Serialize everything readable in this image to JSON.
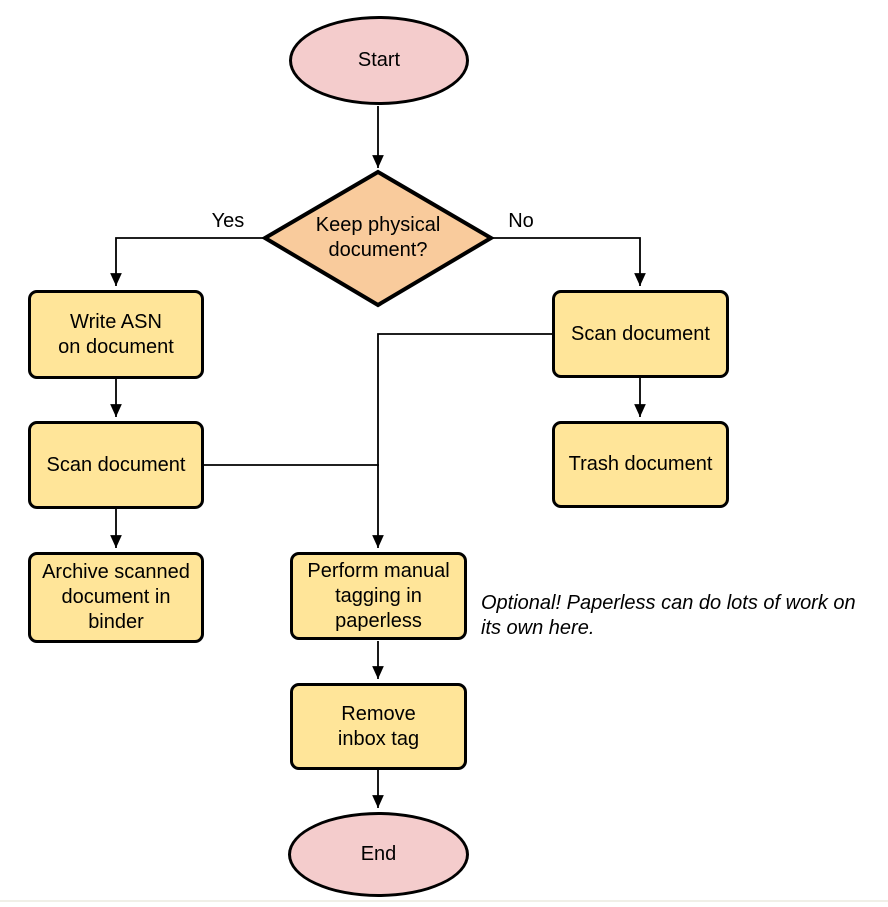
{
  "diagram": {
    "type": "flowchart",
    "background": "#ffffff"
  },
  "colors": {
    "stroke": "#000000",
    "terminal_fill": "#f4cccc",
    "decision_fill": "#f9cb9c",
    "process_fill": "#ffe599",
    "bottom_rule": "#f0efe7"
  },
  "nodes": {
    "start": {
      "label": "Start",
      "shape": "ellipse",
      "fill": "#f4cccc"
    },
    "decision_keep_physical": {
      "label": "Keep physical\ndocument?",
      "shape": "diamond",
      "fill": "#f9cb9c"
    },
    "write_asn": {
      "label": "Write ASN\non document",
      "shape": "rounded-rect",
      "fill": "#ffe599"
    },
    "scan_document_left": {
      "label": "Scan document",
      "shape": "rounded-rect",
      "fill": "#ffe599"
    },
    "archive_binder": {
      "label": "Archive scanned\ndocument in\nbinder",
      "shape": "rounded-rect",
      "fill": "#ffe599"
    },
    "scan_document_right": {
      "label": "Scan document",
      "shape": "rounded-rect",
      "fill": "#ffe599"
    },
    "trash_document": {
      "label": "Trash document",
      "shape": "rounded-rect",
      "fill": "#ffe599"
    },
    "manual_tagging": {
      "label": "Perform manual\ntagging in\npaperless",
      "shape": "rounded-rect",
      "fill": "#ffe599"
    },
    "remove_inbox_tag": {
      "label": "Remove\ninbox tag",
      "shape": "rounded-rect",
      "fill": "#ffe599"
    },
    "end": {
      "label": "End",
      "shape": "ellipse",
      "fill": "#f4cccc"
    }
  },
  "edge_labels": {
    "yes": "Yes",
    "no": "No"
  },
  "edges": [
    {
      "from": "start",
      "to": "decision_keep_physical"
    },
    {
      "from": "decision_keep_physical",
      "to": "write_asn",
      "label": "Yes"
    },
    {
      "from": "decision_keep_physical",
      "to": "scan_document_right",
      "label": "No"
    },
    {
      "from": "write_asn",
      "to": "scan_document_left"
    },
    {
      "from": "scan_document_left",
      "to": "archive_binder"
    },
    {
      "from": "scan_document_left",
      "to": "manual_tagging"
    },
    {
      "from": "scan_document_right",
      "to": "trash_document"
    },
    {
      "from": "scan_document_right",
      "to": "manual_tagging"
    },
    {
      "from": "manual_tagging",
      "to": "remove_inbox_tag"
    },
    {
      "from": "remove_inbox_tag",
      "to": "end"
    }
  ],
  "annotation": {
    "text": "Optional! Paperless can do lots of work on\nits own here."
  }
}
